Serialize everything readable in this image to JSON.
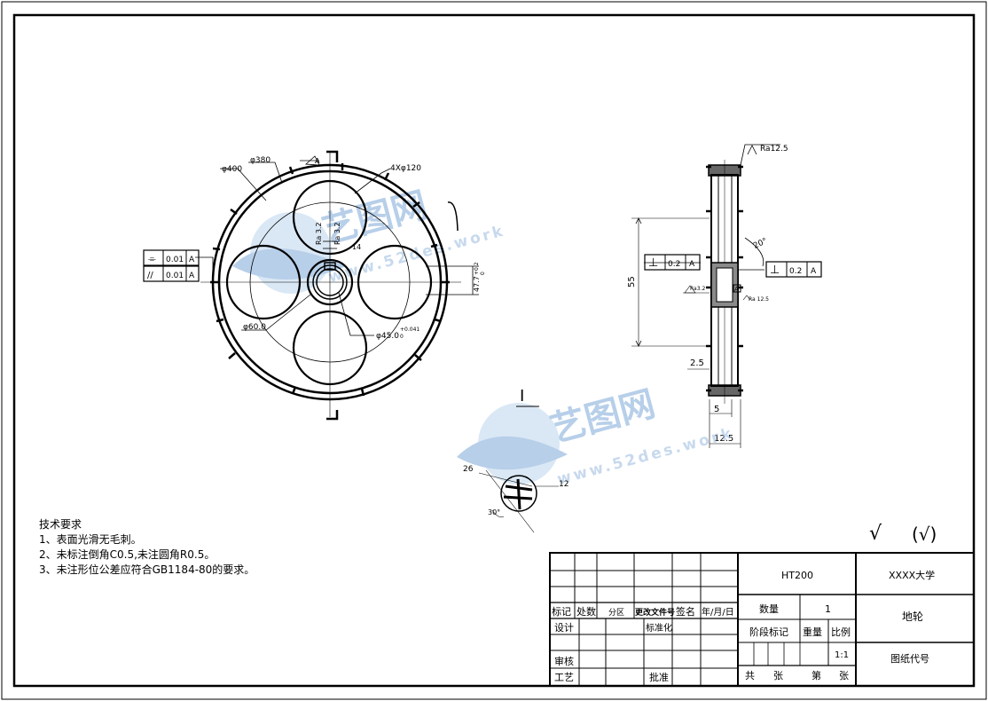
{
  "front_view": {
    "d400": "φ400",
    "d380": "φ380",
    "holes": "4Xφ120",
    "ra32_a": "Ra 3.2",
    "ra32_b": "Ra 3.2",
    "dim14": "14",
    "dim60": "φ60.0",
    "bore": "φ45.0",
    "bore_tol_up": "+0.041",
    "bore_tol_low": "0",
    "keyway": "47.7",
    "keyway_tol_up": "+0.2",
    "keyway_tol_low": "0",
    "tol1_symbol": "⌯",
    "tol1_value": "0.01",
    "tol1_datum": "A",
    "tol2_symbol": "//",
    "tol2_value": "0.01",
    "tol2_datum": "A",
    "datum_a_left": "A"
  },
  "side_view": {
    "ra125_top": "Ra12.5",
    "angle": "20°",
    "dim55": "55",
    "perp_left_symbol": "⊥",
    "perp_left_value": "0.2",
    "perp_left_datum": "A",
    "perp_right_symbol": "⊥",
    "perp_right_value": "0.2",
    "perp_right_datum": "A",
    "ra32": "Ra3.2",
    "ra125_mid": "Ra 12.5",
    "datum_a": "A",
    "dim25": "2.5",
    "dim5": "5",
    "dim125": "12.5"
  },
  "detail_view": {
    "label": "I",
    "dim26": "26",
    "dim12": "12",
    "angle": "30°"
  },
  "watermark": {
    "name1": "艺图网",
    "url1": "www.52des.work",
    "name2": "艺图网",
    "url2": "www.52des.work"
  },
  "roughness": {
    "main": "√",
    "other": "(√)"
  },
  "notes": {
    "title": "技术要求",
    "items": [
      "1、表面光滑无毛刺。",
      "2、未标注倒角C0.5,未注圆角R0.5。",
      "3、未注形位公差应符合GB1184-80的要求。"
    ]
  },
  "title_block": {
    "material": "HT200",
    "school": "XXXX大学",
    "part_name": "地轮",
    "drawing_code": "图纸代号",
    "qty_label": "数量",
    "qty_value": "1",
    "stage_label": "阶段标记",
    "weight_label": "重量",
    "scale_label": "比例",
    "scale_value": "1:1",
    "total_label": "共",
    "sheets_label": "张",
    "sheet_no_label": "第",
    "sheet_no_suffix": "张",
    "row_headers": [
      "标记",
      "处数",
      "分区",
      "更改文件号",
      "签名",
      "年/月/日"
    ],
    "design": "设计",
    "standardize": "标准化",
    "review": "审核",
    "process": "工艺",
    "approve": "批准"
  }
}
